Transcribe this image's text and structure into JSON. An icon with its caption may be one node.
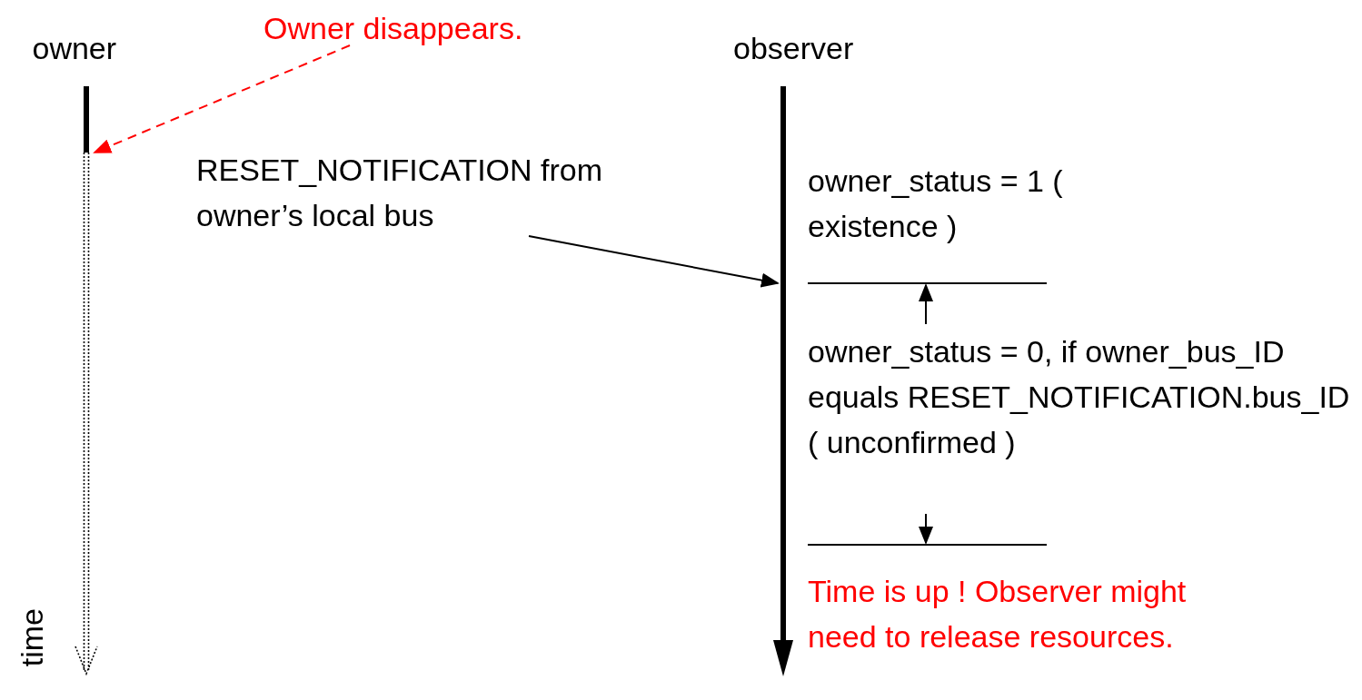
{
  "diagram": {
    "nodes": [
      {
        "text": [
          "owner"
        ]
      },
      {
        "text": [
          "observer"
        ]
      },
      {
        "text": [
          "RESET_NOTIFICATION from owner’s local bus"
        ]
      },
      {
        "text": [
          "Owner disappears."
        ]
      }
    ],
    "edges": [
      {
        "from": 2,
        "to": 1,
        "arrow": "to"
      },
      {
        "from": 3,
        "to": 0,
        "arrow": "to",
        "style": "dashed",
        "color": "#ff0000"
      }
    ],
    "labels": [
      "owner_status = 1 ( existence )",
      "owner_status = 0, if owner_bus_ID equals RESET_NOTIFICATION.bus_ID ( unconfirmed )",
      "Time is up ! Observer might need to release resources.",
      "time"
    ]
  }
}
